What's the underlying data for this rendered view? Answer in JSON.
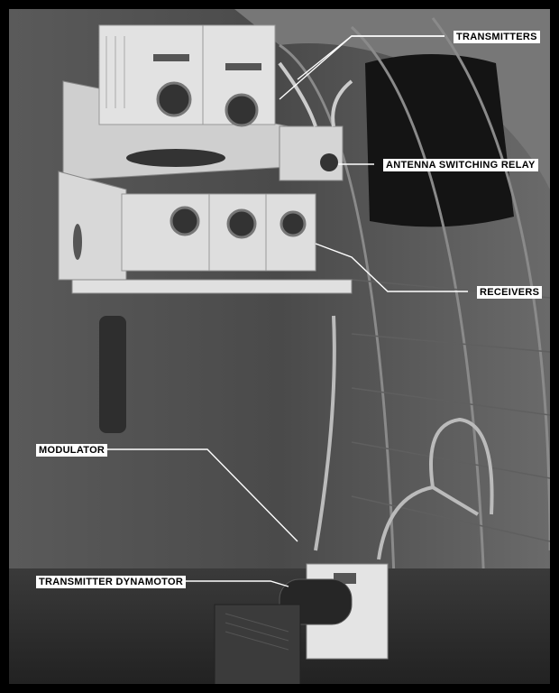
{
  "labels": {
    "transmitters": "TRANSMITTERS",
    "antenna_switching_relay": "ANTENNA SWITCHING RELAY",
    "receivers": "RECEIVERS",
    "modulator": "MODULATOR",
    "transmitter_dynamotor": "TRANSMITTER DYNAMOTOR"
  },
  "colors": {
    "border": "#000000",
    "label_bg": "#ffffff",
    "label_text": "#000000",
    "wall_dark": "#3a3a3a",
    "equipment_light": "#d8d8d8"
  }
}
